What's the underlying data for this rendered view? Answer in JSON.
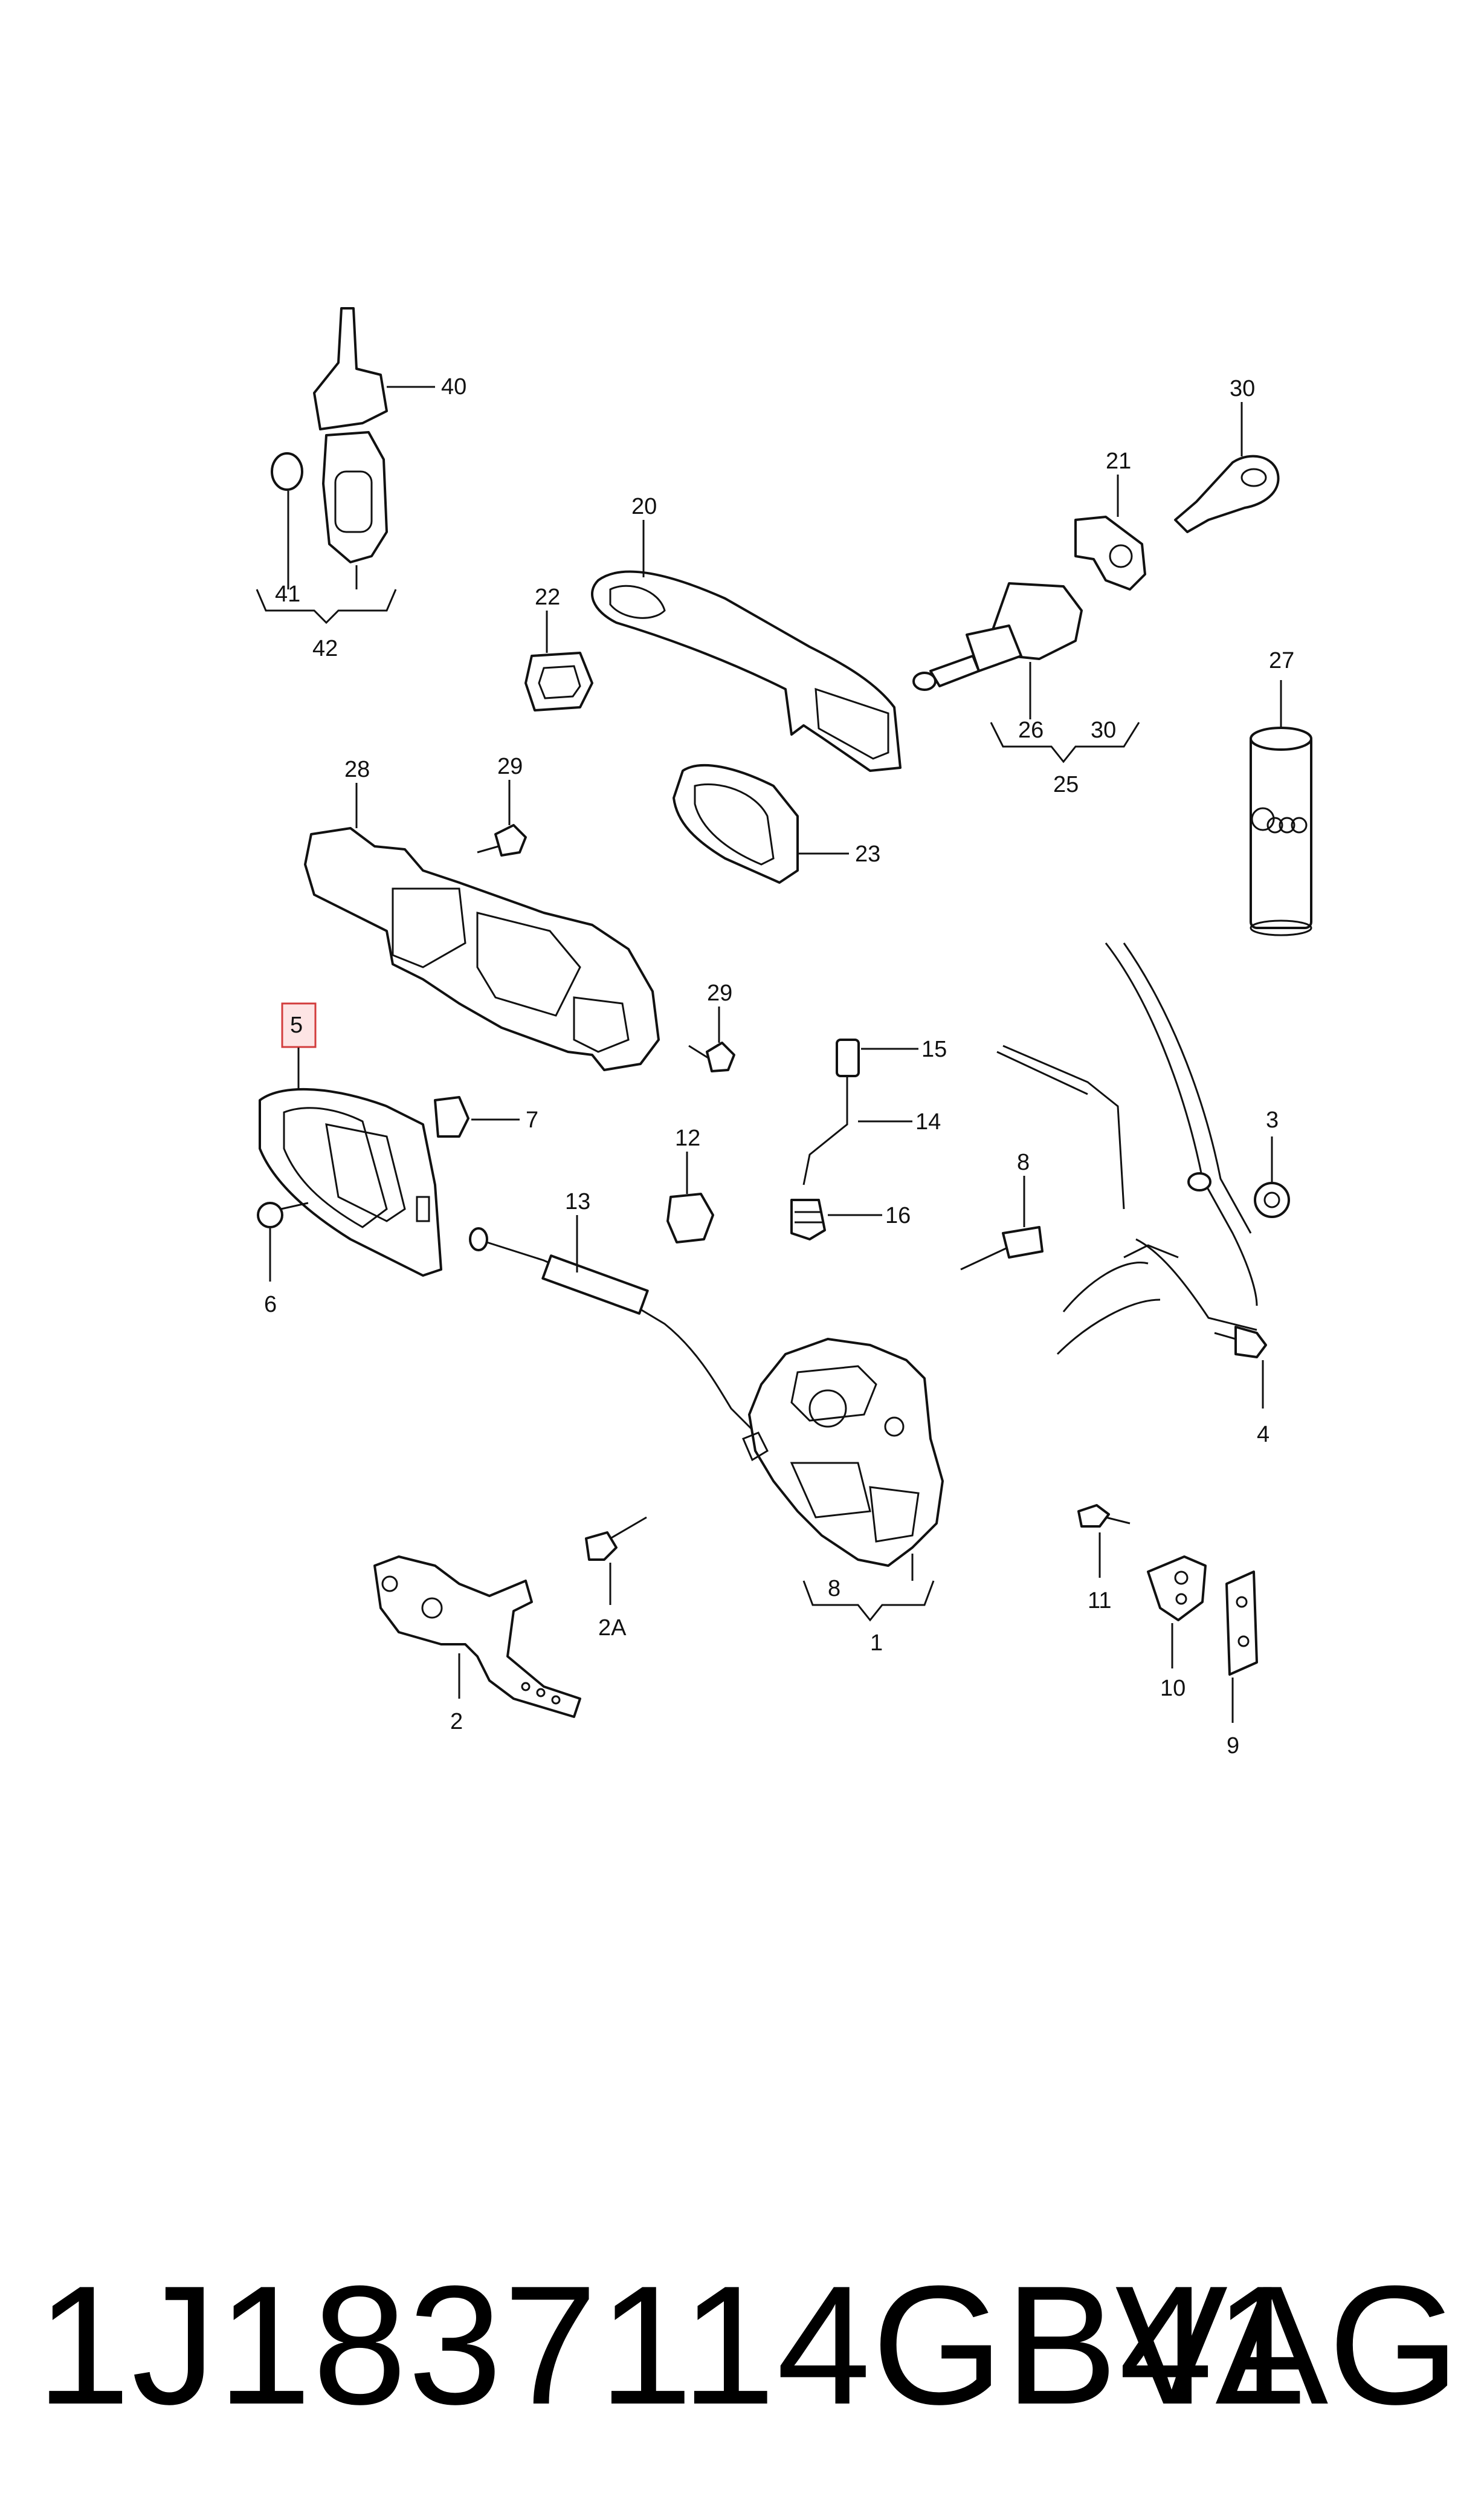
{
  "callouts": {
    "c40": "40",
    "c41": "41",
    "c42": "42",
    "c22": "22",
    "c20": "20",
    "c21": "21",
    "c30a": "30",
    "c26": "26",
    "c30b": "30",
    "c25": "25",
    "c27": "27",
    "c28": "28",
    "c29a": "29",
    "c23": "23",
    "c5": "5",
    "c29b": "29",
    "c15": "15",
    "c14": "14",
    "c7": "7",
    "c12": "12",
    "c16": "16",
    "c6": "6",
    "c13": "13",
    "c8a": "8",
    "c3": "3",
    "c4": "4",
    "c8b": "8",
    "c1": "1",
    "c2A": "2A",
    "c2": "2",
    "c11": "11",
    "c10": "10",
    "c9": "9"
  },
  "highlighted_callout": "5",
  "highlight_color": "#d23c3c",
  "footer": {
    "part_number": "1J1837114GB41",
    "brand": "VAG"
  }
}
